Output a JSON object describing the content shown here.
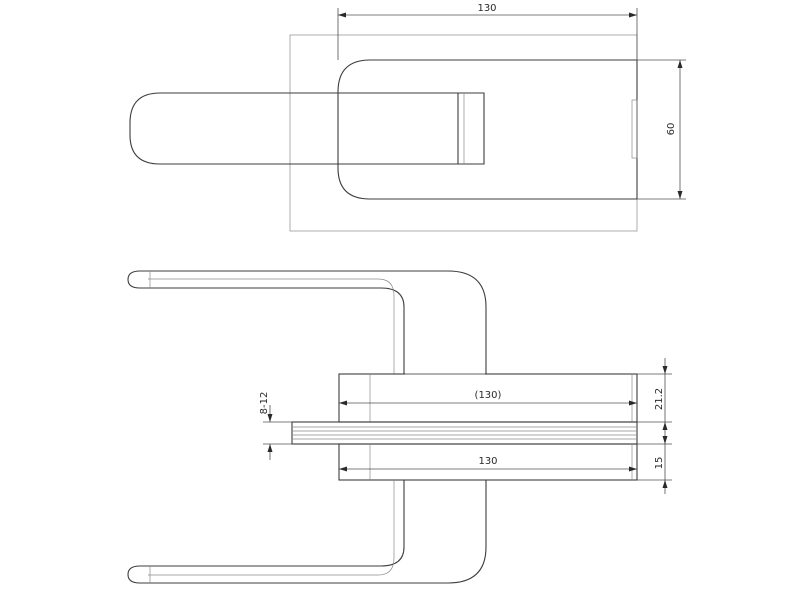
{
  "drawing": {
    "top_view": {
      "width_dimension": "130",
      "height_dimension": "60"
    },
    "front_view": {
      "glass_thickness_dimension": "8-12",
      "upper_body_length_dimension": "(130)",
      "upper_body_height_dimension": "21.2",
      "lower_body_length_dimension": "130",
      "lower_body_height_dimension": "15"
    },
    "colors": {
      "line": "#3c3c3c",
      "background": "#ffffff"
    }
  }
}
